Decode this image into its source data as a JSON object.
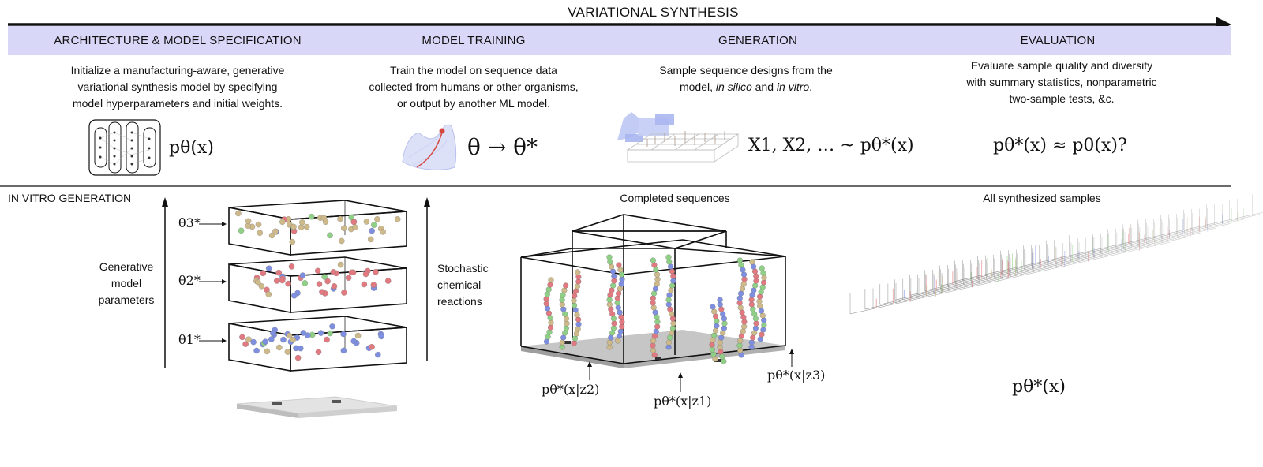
{
  "title": "VARIATIONAL SYNTHESIS",
  "colors": {
    "band": "#d9d7f7",
    "line": "#111111",
    "red": "#e07a80",
    "blue": "#7f8fe0",
    "green": "#8fcf86",
    "tan": "#cdb98a"
  },
  "stages": [
    {
      "header": "ARCHITECTURE & MODEL SPECIFICATION",
      "lines": [
        "Initialize a manufacturing-aware, generative",
        "variational synthesis model by specifying",
        "model hyperparameters and initial weights."
      ],
      "formula": "pθ(x)",
      "icon": "neural-network-icon"
    },
    {
      "header": "MODEL TRAINING",
      "lines": [
        "Train the model on sequence data",
        "collected from humans or other organisms,",
        "or output by another ML model."
      ],
      "formula": "θ → θ*",
      "icon": "loss-surface-icon"
    },
    {
      "header": "GENERATION",
      "line1_before": "Sample sequence designs  from the",
      "line2_parts": [
        "model, ",
        "in silico",
        " and ",
        "in vitro",
        "."
      ],
      "formula": "X1, X2, … ~ pθ*(x)",
      "icon": "synthesis-robot-icon"
    },
    {
      "header": "EVALUATION",
      "lines": [
        "Evaluate sample quality and diversity",
        "with summary statistics, nonparametric",
        "two-sample tests, &c."
      ],
      "formula": "pθ*(x) ≈ p0(x)?"
    }
  ],
  "bottom": {
    "section_label": "IN VITRO GENERATION",
    "left_axis_label": [
      "Generative",
      "model",
      "parameters"
    ],
    "right_axis_label": [
      "Stochastic",
      "chemical",
      "reactions"
    ],
    "layers": [
      {
        "label": "θ3*",
        "dominant": "tan"
      },
      {
        "label": "θ2*",
        "dominant": "red"
      },
      {
        "label": "θ1*",
        "dominant": "blue"
      }
    ],
    "completed_title": "Completed sequences",
    "all_title": "All synthesized samples",
    "cond_labels": [
      "pθ*(x|z2)",
      "pθ*(x|z1)",
      "pθ*(x|z3)"
    ],
    "final_formula": "pθ*(x)"
  }
}
